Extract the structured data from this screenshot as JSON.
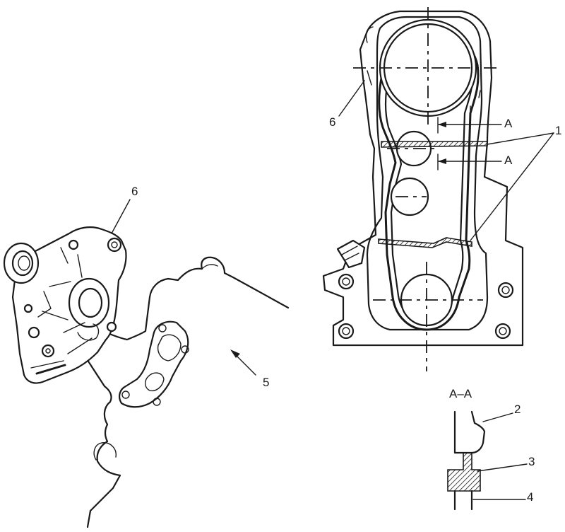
{
  "callouts": {
    "c1": "1",
    "c2": "2",
    "c3": "3",
    "c4": "4",
    "c5": "5",
    "c6_belt": "6",
    "c6_cover": "6"
  },
  "section": {
    "marker_top": "A",
    "marker_bottom": "A",
    "title": "A–A"
  },
  "colors": {
    "line": "#1a1a1a",
    "background": "#ffffff"
  }
}
